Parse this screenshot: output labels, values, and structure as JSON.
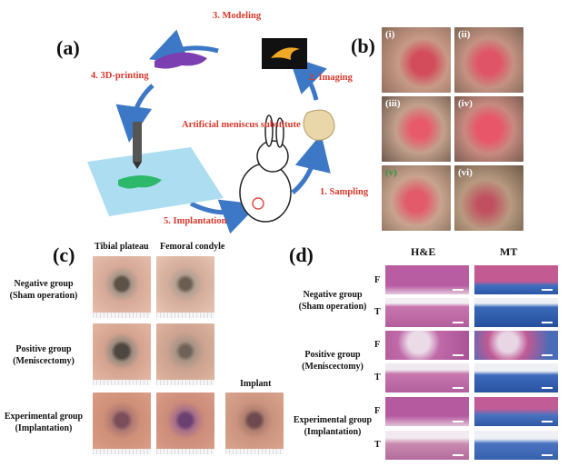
{
  "panels": {
    "a": "(a)",
    "b": "(b)",
    "c": "(c)",
    "d": "(d)"
  },
  "panel_a": {
    "steps": [
      "1. Sampling",
      "2. Imaging",
      "3. Modeling",
      "4. 3D-printing",
      "5. Implantation"
    ],
    "center": "Artificial meniscus substitute"
  },
  "panel_b": {
    "sub_labels": [
      "(i)",
      "(ii)",
      "(iii)",
      "(iv)",
      "(v)",
      "(vi)"
    ]
  },
  "panel_c": {
    "columns": [
      "Tibial plateau",
      "Femoral condyle",
      "Implant"
    ],
    "rows": [
      {
        "line1": "Negative group",
        "line2": "(Sham operation)"
      },
      {
        "line1": "Positive group",
        "line2": "(Meniscectomy)"
      },
      {
        "line1": "Experimental group",
        "line2": "(Implantation)"
      }
    ]
  },
  "panel_d": {
    "columns": [
      "H&E",
      "MT"
    ],
    "rows": [
      {
        "line1": "Negative group",
        "line2": "(Sham operation)"
      },
      {
        "line1": "Positive group",
        "line2": "(Meniscectomy)"
      },
      {
        "line1": "Experimental group",
        "line2": "(Implantation)"
      }
    ],
    "sublabels": [
      "F",
      "T"
    ]
  },
  "colors": {
    "accent_red": "#d6382c",
    "arrow_blue": "#3d78c7",
    "he_pink": "#c96da8",
    "mt_blue": "#2f5fb0"
  }
}
